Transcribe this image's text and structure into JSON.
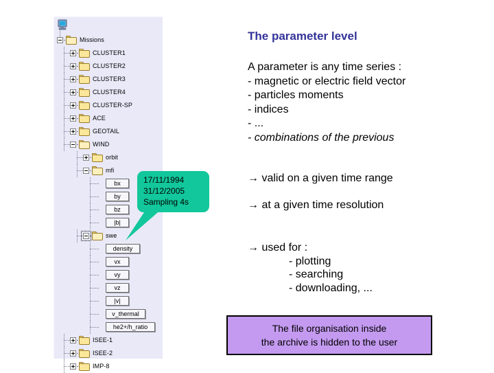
{
  "slide": {
    "title": "The parameter level",
    "body_lines": [
      {
        "text": "A parameter is any time series :",
        "italic": false
      },
      {
        "text": "- magnetic or electric field vector",
        "italic": false
      },
      {
        "text": "- particles moments",
        "italic": false
      },
      {
        "text": "- indices",
        "italic": false
      },
      {
        "text": "- ...",
        "italic": false
      },
      {
        "text": "- combinations of the previous",
        "italic": true
      }
    ],
    "arrow_lines": [
      "→ valid on a given time range",
      "→ at a given time resolution"
    ],
    "used_for_heading": "→ used for :",
    "used_for_items": [
      "- plotting",
      "- searching",
      "- downloading, ..."
    ],
    "footer": {
      "line1": "The file organisation inside",
      "line2": "the archive is hidden to the user",
      "bg_color": "#c49af0",
      "border_color": "#000000"
    },
    "title_color": "#333399"
  },
  "callout": {
    "line1": "17/11/1994",
    "line2": "31/12/2005",
    "line3": "Sampling 4s",
    "bg_color": "#12c79b",
    "points_to": "density"
  },
  "tree_panel": {
    "bg_color": "#e9e9f8",
    "root_icon": "computer-icon",
    "nodes": [
      {
        "label": "Missions",
        "depth": 0,
        "type": "folder-open",
        "toggle": "minus",
        "focused": false
      },
      {
        "label": "CLUSTER1",
        "depth": 1,
        "type": "folder",
        "toggle": "plus",
        "focused": false
      },
      {
        "label": "CLUSTER2",
        "depth": 1,
        "type": "folder",
        "toggle": "plus",
        "focused": false
      },
      {
        "label": "CLUSTER3",
        "depth": 1,
        "type": "folder",
        "toggle": "plus",
        "focused": false
      },
      {
        "label": "CLUSTER4",
        "depth": 1,
        "type": "folder",
        "toggle": "plus",
        "focused": false
      },
      {
        "label": "CLUSTER-SP",
        "depth": 1,
        "type": "folder",
        "toggle": "plus",
        "focused": false
      },
      {
        "label": "ACE",
        "depth": 1,
        "type": "folder",
        "toggle": "plus",
        "focused": false
      },
      {
        "label": "GEOTAIL",
        "depth": 1,
        "type": "folder",
        "toggle": "plus",
        "focused": false
      },
      {
        "label": "WIND",
        "depth": 1,
        "type": "folder-open",
        "toggle": "minus",
        "focused": false
      },
      {
        "label": "orbit",
        "depth": 2,
        "type": "folder",
        "toggle": "plus",
        "focused": false
      },
      {
        "label": "mfi",
        "depth": 2,
        "type": "folder-open",
        "toggle": "minus",
        "focused": false
      },
      {
        "label": "bx",
        "depth": 3,
        "type": "param",
        "toggle": "none",
        "focused": false,
        "width": 34
      },
      {
        "label": "by",
        "depth": 3,
        "type": "param",
        "toggle": "none",
        "focused": false,
        "width": 34
      },
      {
        "label": "bz",
        "depth": 3,
        "type": "param",
        "toggle": "none",
        "focused": false,
        "width": 34
      },
      {
        "label": "|b|",
        "depth": 3,
        "type": "param",
        "toggle": "none",
        "focused": false,
        "width": 34
      },
      {
        "label": "swe",
        "depth": 2,
        "type": "folder-open",
        "toggle": "minus",
        "focused": true
      },
      {
        "label": "density",
        "depth": 3,
        "type": "param",
        "toggle": "none",
        "focused": false,
        "width": 50
      },
      {
        "label": "vx",
        "depth": 3,
        "type": "param",
        "toggle": "none",
        "focused": false,
        "width": 34
      },
      {
        "label": "vy",
        "depth": 3,
        "type": "param",
        "toggle": "none",
        "focused": false,
        "width": 34
      },
      {
        "label": "vz",
        "depth": 3,
        "type": "param",
        "toggle": "none",
        "focused": false,
        "width": 34
      },
      {
        "label": "|v|",
        "depth": 3,
        "type": "param",
        "toggle": "none",
        "focused": false,
        "width": 34
      },
      {
        "label": "v_thermal",
        "depth": 3,
        "type": "param",
        "toggle": "none",
        "focused": false,
        "width": 58
      },
      {
        "label": "he2+/h_ratio",
        "depth": 3,
        "type": "param",
        "toggle": "none",
        "focused": false,
        "width": 72
      },
      {
        "label": "ISEE-1",
        "depth": 1,
        "type": "folder",
        "toggle": "plus",
        "focused": false
      },
      {
        "label": "ISEE-2",
        "depth": 1,
        "type": "folder",
        "toggle": "plus",
        "focused": false
      },
      {
        "label": "IMP-8",
        "depth": 1,
        "type": "folder",
        "toggle": "plus",
        "focused": false
      }
    ]
  }
}
